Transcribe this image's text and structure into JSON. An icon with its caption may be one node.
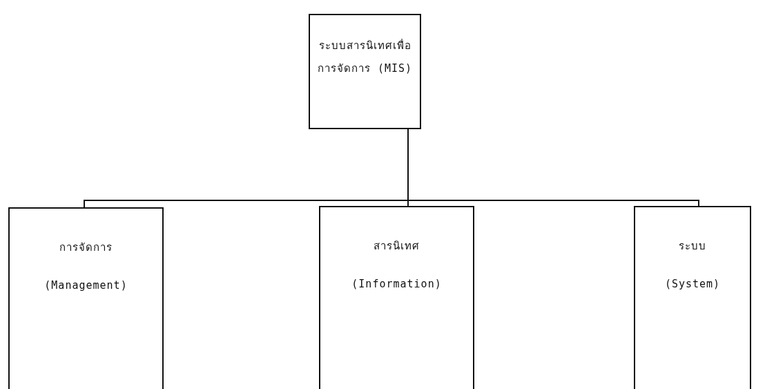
{
  "diagram": {
    "nodes": [
      {
        "text": [
          "ระบบสารนิเทศเพื่อการจัดการ (MIS)"
        ]
      },
      {
        "text": [
          "การจัดการ",
          "(Management)"
        ]
      },
      {
        "text": [
          "สารนิเทศ",
          "(Information)"
        ]
      },
      {
        "text": [
          "ระบบ",
          "(System)"
        ]
      }
    ],
    "edges": [
      {
        "from": 0,
        "to": 1,
        "arrow": "none"
      },
      {
        "from": 0,
        "to": 2,
        "arrow": "none"
      },
      {
        "from": 0,
        "to": 3,
        "arrow": "none"
      }
    ]
  }
}
